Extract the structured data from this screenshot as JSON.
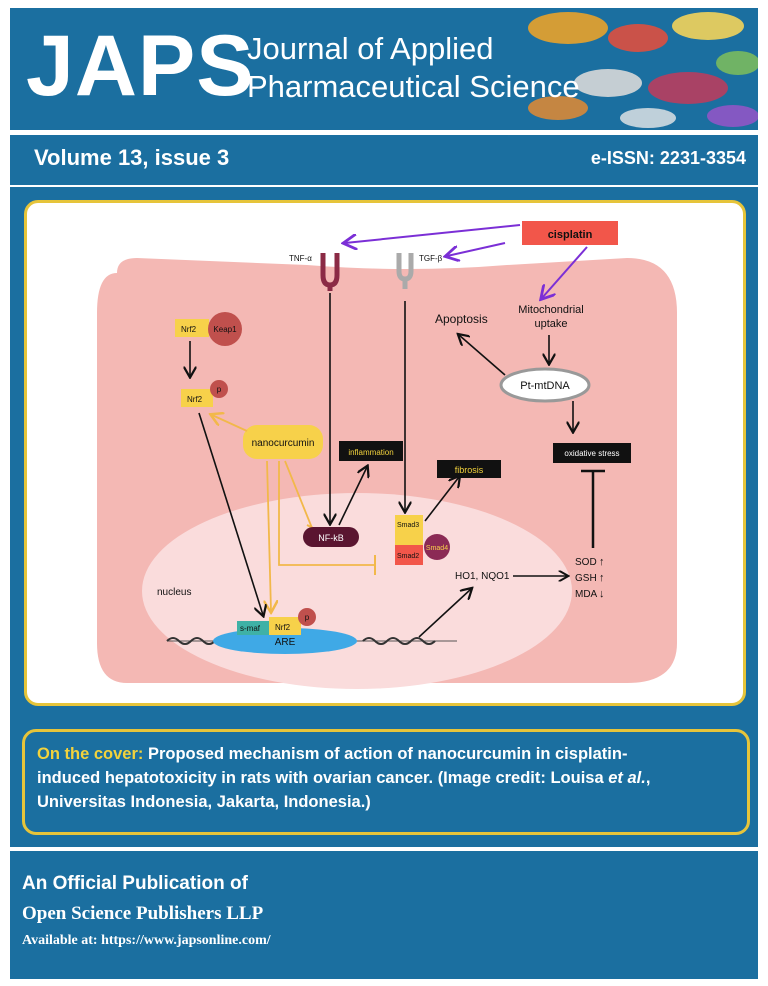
{
  "header": {
    "logo": "JAPS",
    "journal_line1": "Journal of Applied",
    "journal_line2": "Pharmaceutical Science"
  },
  "issue_band": {
    "volume": "Volume 13, issue 3",
    "eissn": "e-ISSN: 2231-3354"
  },
  "figure": {
    "cisplatin": "cisplatin",
    "tnf": "TNF-α",
    "tgf": "TGF-β",
    "apoptosis": "Apoptosis",
    "mito_line1": "Mitochondrial",
    "mito_line2": "uptake",
    "ptmtdna": "Pt-mtDNA",
    "nrf2": "Nrf2",
    "keap1": "Keap1",
    "p": "p",
    "nanocurcumin": "nanocurcumin",
    "inflammation": "inflammation",
    "oxidative_stress": "oxidative stress",
    "fibrosis": "fibrosis",
    "nfkb": "NF-kB",
    "smad3": "Smad3",
    "smad2": "Smad2",
    "smad4": "Smad4",
    "nucleus": "nucleus",
    "ho1": "HO1, NQO1",
    "sod": "SOD",
    "gsh": "GSH",
    "mda": "MDA",
    "smaf": "s-maf",
    "are": "ARE"
  },
  "caption": {
    "lead": "On the cover:",
    "text_line1": "Proposed mechanism of action of nanocurcumin in cisplatin-",
    "text_line2a": "induced hepatotoxicity in rats with ovarian cancer. (Image credit: Louisa ",
    "text_line2b": "et al.",
    "text_line2c": ",",
    "text_line3": "Universitas Indonesia, Jakarta, Indonesia.)"
  },
  "footer": {
    "line1": "An Official Publication of",
    "line2": "Open Science Publishers LLP",
    "line3": "Available at: https://www.japsonline.com/"
  },
  "colors": {
    "brand_blue": "#1b6fa0",
    "frame_yellow": "#e6c43a",
    "cell_pink": "#f4b8b4",
    "nucleus_pink": "#fadcdc",
    "arrow_purple": "#7b2fd6",
    "arrow_orange": "#f2b84a"
  }
}
